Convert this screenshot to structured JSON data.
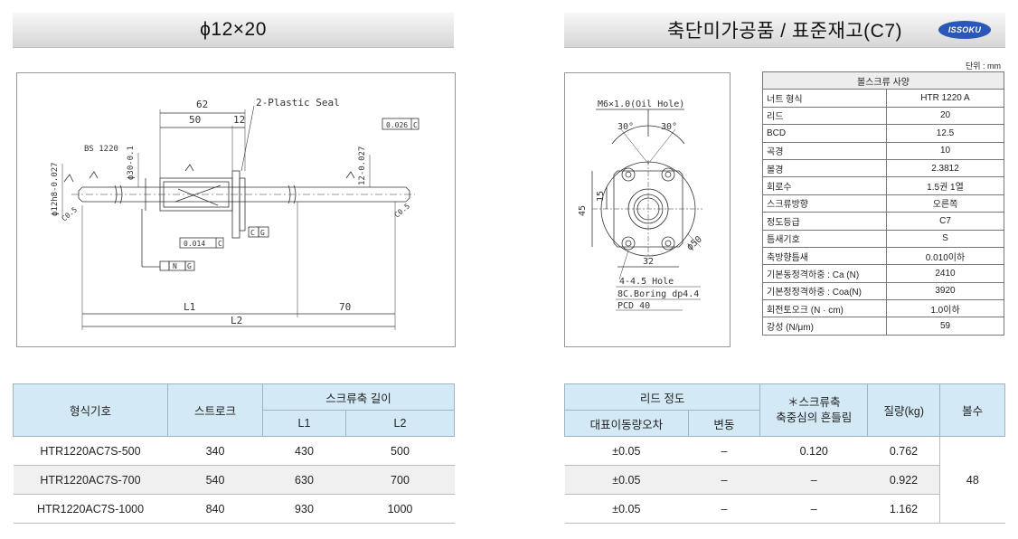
{
  "left_banner": {
    "title": "ϕ12×20"
  },
  "right_banner": {
    "title": "축단미가공품 / 표준재고(C7)",
    "logo": "ISSOKU"
  },
  "drawing_left": {
    "labels": {
      "d62": "62",
      "d50": "50",
      "d12": "12",
      "seal": "2-Plastic Seal",
      "tol_top": "0.026",
      "tol_top_ref": "C",
      "bs": "BS 1220",
      "dia_left": "ϕ12h8-0.027",
      "dia_mid": "ϕ30-0.1",
      "dia_right": "12-0.027",
      "tol_mid": "0.014",
      "tol_mid_ref": "C",
      "ref_c": "C",
      "ref_g": "G",
      "ref_n": "N",
      "ref_g2": "G",
      "c_left": "C0.5",
      "c_right": "C0.5",
      "L1": "L1",
      "d70": "70",
      "L2": "L2"
    }
  },
  "drawing_right": {
    "labels": {
      "oil_hole": "M6×1.0(Oil Hole)",
      "ang1": "30°",
      "ang2": "30°",
      "d45": "45",
      "d15": "15",
      "d50": "ϕ50",
      "d32": "32",
      "holes": "4-4.5 Hole",
      "boring": "8C.Boring dp4.4",
      "pcd": "PCD 40"
    }
  },
  "unit_label": "단위 : mm",
  "spec_table": {
    "header": "볼스크류 사양",
    "rows": [
      {
        "k": "너트 형식",
        "v": "HTR 1220 A"
      },
      {
        "k": "리드",
        "v": "20"
      },
      {
        "k": "BCD",
        "v": "12.5"
      },
      {
        "k": "곡경",
        "v": "10"
      },
      {
        "k": "볼경",
        "v": "2.3812"
      },
      {
        "k": "회로수",
        "v": "1.5권 1열"
      },
      {
        "k": "스크류방향",
        "v": "오른쪽"
      },
      {
        "k": "정도등급",
        "v": "C7"
      },
      {
        "k": "틈새기호",
        "v": "S"
      },
      {
        "k": "축방향틈새",
        "v": "0.010이하"
      },
      {
        "k": "기본동정격하중 : Ca (N)",
        "v": "2410"
      },
      {
        "k": "기본정정격하중 : Coa(N)",
        "v": "3920"
      },
      {
        "k": "회전토오크 (N · cm)",
        "v": "1.0이하"
      },
      {
        "k": "강성 (N/μm)",
        "v": "59"
      }
    ]
  },
  "left_table": {
    "h_model": "형식기호",
    "h_stroke": "스트로크",
    "h_len": "스크류축 길이",
    "h_l1": "L1",
    "h_l2": "L2",
    "rows": [
      {
        "model": "HTR1220AC7S-500",
        "stroke": "340",
        "l1": "430",
        "l2": "500"
      },
      {
        "model": "HTR1220AC7S-700",
        "stroke": "540",
        "l1": "630",
        "l2": "700"
      },
      {
        "model": "HTR1220AC7S-1000",
        "stroke": "840",
        "l1": "930",
        "l2": "1000"
      }
    ]
  },
  "right_table": {
    "h_lead": "리드 정도",
    "h_runout1": "＊스크류축",
    "h_runout2": "축중심의 흔들림",
    "h_mass": "질량(kg)",
    "h_balls": "볼수",
    "h_rep": "대표이동량오차",
    "h_var": "변동",
    "balls": "48",
    "rows": [
      {
        "rep": "±0.05",
        "var": "–",
        "run": "0.120",
        "mass": "0.762"
      },
      {
        "rep": "±0.05",
        "var": "–",
        "run": "–",
        "mass": "0.922"
      },
      {
        "rep": "±0.05",
        "var": "–",
        "run": "–",
        "mass": "1.162"
      }
    ]
  }
}
